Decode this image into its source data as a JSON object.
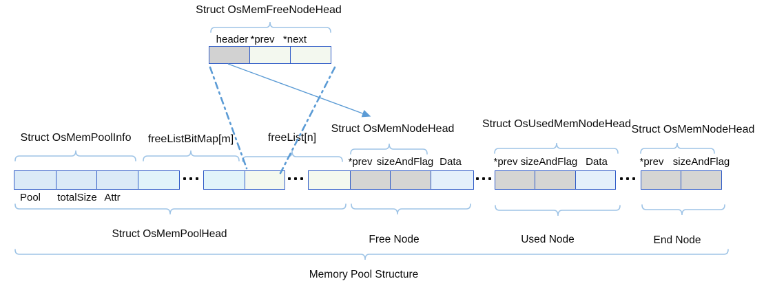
{
  "free_node_head_struct": {
    "title": "Struct OsMemFreeNodeHead",
    "fields": [
      "header",
      "*prev",
      "*next"
    ]
  },
  "pool_info": {
    "title": "Struct OsMemPoolInfo",
    "fields": [
      "Pool",
      "totalSize",
      "Attr"
    ]
  },
  "bitmap_label": "freeListBitMap[m]",
  "freelist_label": "freeList[n]",
  "free_node": {
    "title": "Struct OsMemNodeHead",
    "fields": [
      "*prev",
      "sizeAndFlag",
      "Data"
    ],
    "caption": "Free Node"
  },
  "used_node": {
    "title": "Struct OsUsedMemNodeHead",
    "fields": [
      "*prev",
      "sizeAndFlag",
      "Data"
    ],
    "caption": "Used Node"
  },
  "end_node": {
    "title": "Struct OsMemNodeHead",
    "fields": [
      "*prev",
      "sizeAndFlag"
    ],
    "caption": "End Node"
  },
  "pool_head_caption": "Struct OsMemPoolHead",
  "bottom_caption": "Memory Pool Structure",
  "colors": {
    "cell_border": "#2f5bc7",
    "pool_fill": "#dbeaf7",
    "bitmap_fill": "#e1f4fa",
    "freelist_fill": "#f3f8ef",
    "gray_fill": "#d5d5d3",
    "data_fill": "#e4f0fb",
    "brace": "#9dc3e6",
    "arrow": "#5b9bd5",
    "text": "#0b0b0b"
  }
}
